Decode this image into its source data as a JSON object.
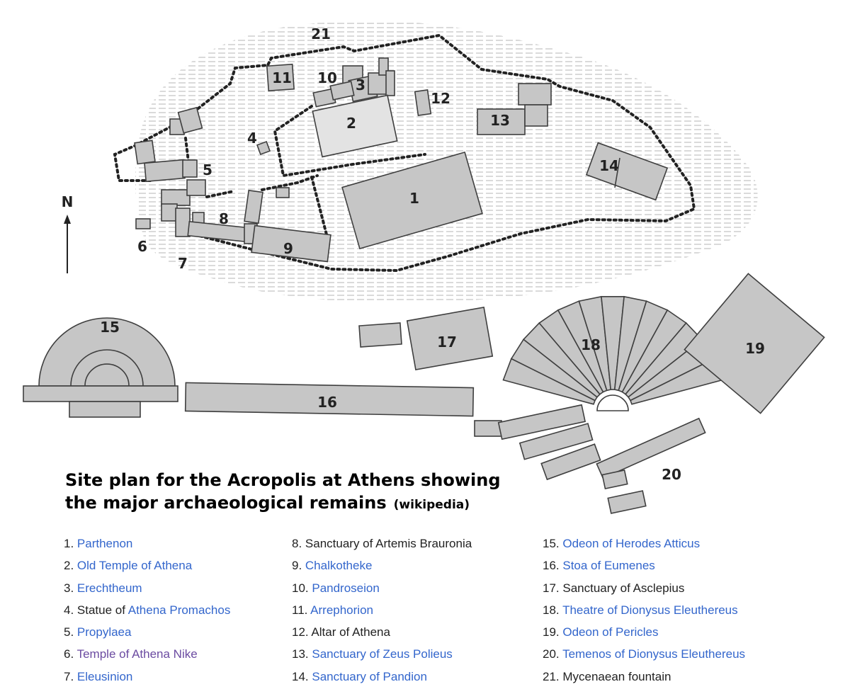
{
  "caption": {
    "title": "Site plan for the Acropolis at Athens showing the major archaeological remains",
    "source": "(wikipedia)"
  },
  "north_label": "N",
  "plan_labels": [
    "1",
    "2",
    "3",
    "4",
    "5",
    "6",
    "7",
    "8",
    "9",
    "10",
    "11",
    "12",
    "13",
    "14",
    "15",
    "16",
    "17",
    "18",
    "19",
    "20",
    "21"
  ],
  "legend": [
    [
      {
        "num": "1.",
        "pre": "",
        "link": "Parthenon",
        "post": "",
        "visited": false
      },
      {
        "num": "2.",
        "pre": "",
        "link": "Old Temple of Athena",
        "post": "",
        "visited": false
      },
      {
        "num": "3.",
        "pre": "",
        "link": "Erechtheum",
        "post": "",
        "visited": false
      },
      {
        "num": "4.",
        "pre": "Statue of ",
        "link": "Athena Promachos",
        "post": "",
        "visited": false
      },
      {
        "num": "5.",
        "pre": "",
        "link": "Propylaea",
        "post": "",
        "visited": false
      },
      {
        "num": "6.",
        "pre": "",
        "link": "Temple of Athena Nike",
        "post": "",
        "visited": true
      },
      {
        "num": "7.",
        "pre": "",
        "link": "Eleusinion",
        "post": "",
        "visited": false
      }
    ],
    [
      {
        "num": "8.",
        "pre": "Sanctuary of Artemis Brauronia",
        "link": "",
        "post": "",
        "visited": false
      },
      {
        "num": "9.",
        "pre": "",
        "link": "Chalkotheke",
        "post": "",
        "visited": false
      },
      {
        "num": "10.",
        "pre": "",
        "link": "Pandroseion",
        "post": "",
        "visited": false
      },
      {
        "num": "11.",
        "pre": "",
        "link": "Arrephorion",
        "post": "",
        "visited": false
      },
      {
        "num": "12.",
        "pre": "Altar of Athena",
        "link": "",
        "post": "",
        "visited": false
      },
      {
        "num": "13.",
        "pre": "",
        "link": "Sanctuary of Zeus Polieus",
        "post": "",
        "visited": false
      },
      {
        "num": "14.",
        "pre": "",
        "link": "Sanctuary of Pandion",
        "post": "",
        "visited": false
      }
    ],
    [
      {
        "num": "15.",
        "pre": "",
        "link": "Odeon of Herodes Atticus",
        "post": "",
        "visited": false
      },
      {
        "num": "16.",
        "pre": "",
        "link": "Stoa of Eumenes",
        "post": "",
        "visited": false
      },
      {
        "num": "17.",
        "pre": "Sanctuary of Asclepius",
        "link": "",
        "post": "",
        "visited": false
      },
      {
        "num": "18.",
        "pre": "",
        "link": "Theatre of Dionysus Eleuthereus",
        "post": "",
        "visited": false
      },
      {
        "num": "19.",
        "pre": "",
        "link": "Odeon of Pericles",
        "post": "",
        "visited": false
      },
      {
        "num": "20.",
        "pre": "",
        "link": "Temenos of Dionysus Eleuthereus",
        "post": "",
        "visited": false
      },
      {
        "num": "21.",
        "pre": "Mycenaean fountain",
        "link": "",
        "post": "",
        "visited": false
      }
    ]
  ],
  "colors": {
    "link": "#3366cc",
    "visited_link": "#6b4ba1",
    "building_fill": "#c6c6c6",
    "old_temple_fill": "#e3e3e3"
  }
}
